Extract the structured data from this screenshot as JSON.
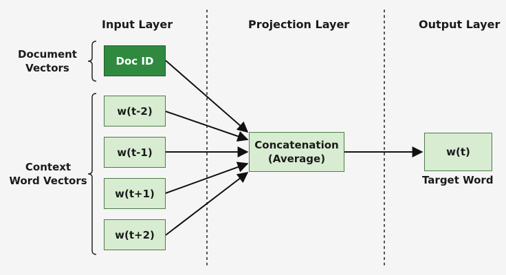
{
  "headers": {
    "input": "Input Layer",
    "projection": "Projection Layer",
    "output": "Output Layer"
  },
  "side_labels": {
    "document": [
      "Document",
      "Vectors"
    ],
    "context": [
      "Context",
      "Word Vectors"
    ]
  },
  "nodes": {
    "doc_id": "Doc ID",
    "context_words": [
      "w(t-2)",
      "w(t-1)",
      "w(t+1)",
      "w(t+2)"
    ],
    "projection": [
      "Concatenation",
      "(Average)"
    ],
    "output": "w(t)"
  },
  "captions": {
    "output": "Target Word"
  },
  "colors": {
    "doc_fill": "#2f8a3f",
    "word_fill": "#d8ecd2",
    "border": "#4a7a44",
    "background": "#f5f5f5"
  }
}
